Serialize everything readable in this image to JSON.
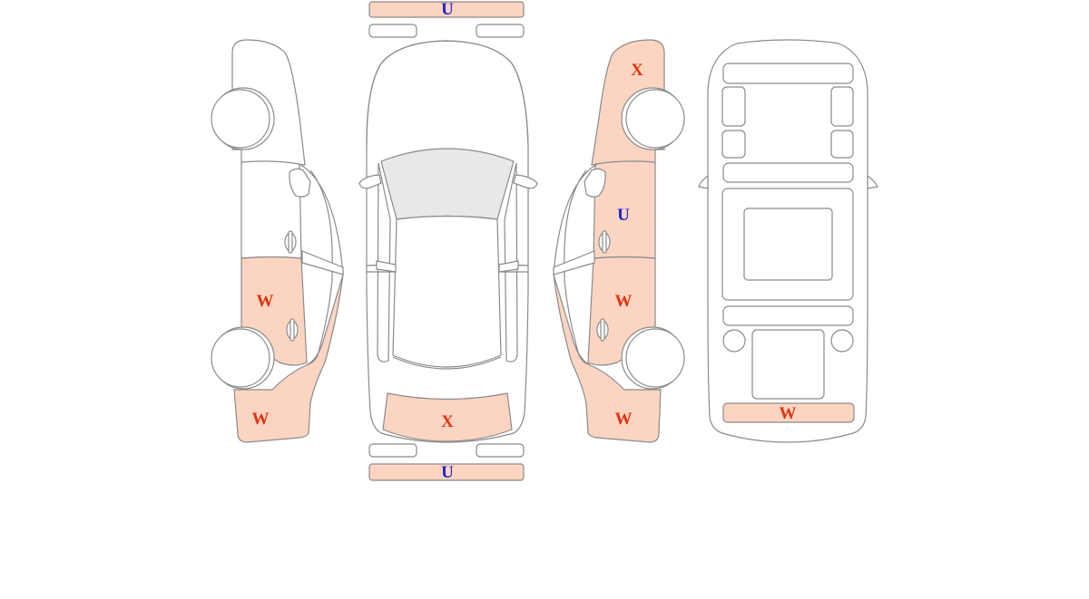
{
  "colors": {
    "damage_fill": "#fcd5c2",
    "glass_fill": "#e8e8e8",
    "outline": "#8a8a8a",
    "code_red": "#e0330f",
    "code_blue": "#2222cc"
  },
  "marks": {
    "front_bumper": "U",
    "rear_bumper": "U",
    "trunk_lid": "X",
    "left_rear_door": "W",
    "left_rear_quarter": "W",
    "right_front_fender": "X",
    "right_front_door": "U",
    "right_rear_door": "W",
    "right_rear_quarter": "W",
    "underbody_rear": "W"
  }
}
